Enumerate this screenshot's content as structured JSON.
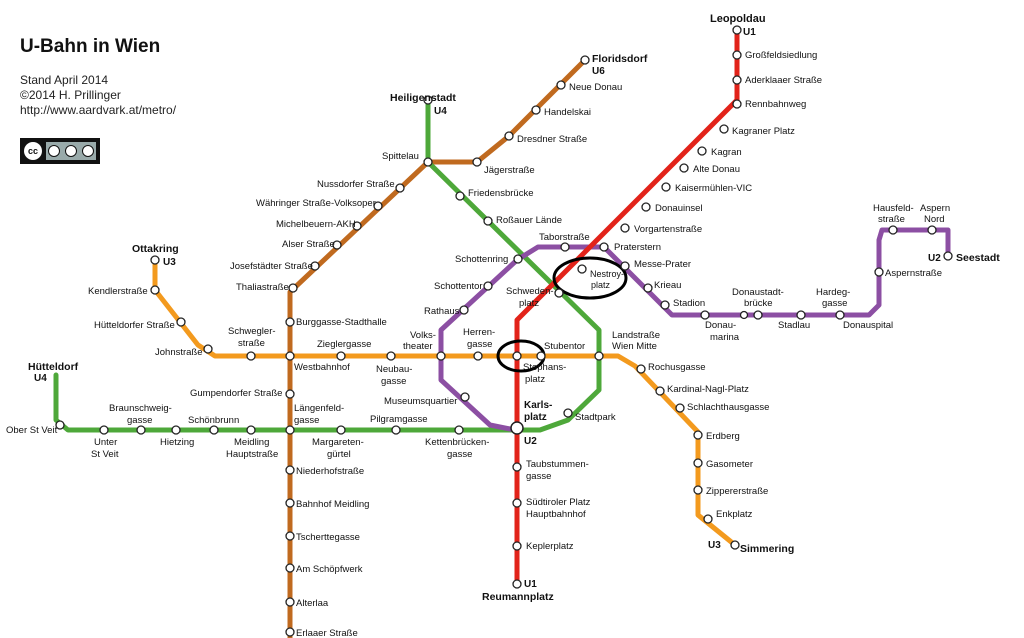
{
  "header": {
    "title": "U-Bahn in Wien",
    "lines": [
      "Stand April 2014",
      "©2014 H. Prillinger",
      "http://www.aardvark.at/metro/"
    ],
    "license_badge": "cc-by-nc-nd-icon",
    "license_texts": [
      "BY",
      "NC",
      "ND"
    ]
  },
  "colors": {
    "U1": "#e2231a",
    "U2": "#8c4fa3",
    "U3": "#f39a1e",
    "U4": "#4ea83a",
    "U6": "#c06a1f",
    "highlight_circle": "#000000"
  },
  "lines": [
    "U1",
    "U2",
    "U3",
    "U4",
    "U6"
  ],
  "terminals": [
    {
      "name": "Leopoldau",
      "line": "U1"
    },
    {
      "name": "Reumannplatz",
      "line": "U1"
    },
    {
      "name": "Seestadt",
      "line": "U2"
    },
    {
      "name": "Karlsplatz",
      "line": "U2"
    },
    {
      "name": "Ottakring",
      "line": "U3"
    },
    {
      "name": "Simmering",
      "line": "U3"
    },
    {
      "name": "Heiligenstadt",
      "line": "U4"
    },
    {
      "name": "Hütteldorf",
      "line": "U4"
    },
    {
      "name": "Floridsdorf",
      "line": "U6"
    }
  ],
  "stations": [
    "Großfeldsiedlung",
    "Aderklaaer Straße",
    "Rennbahnweg",
    "Kagraner Platz",
    "Kagran",
    "Alte Donau",
    "Kaisermühlen-VIC",
    "Donauinsel",
    "Vorgartenstraße",
    "Praterstern",
    "Nestroyplatz",
    "Schwedenplatz",
    "Stephansplatz",
    "Karlsplatz",
    "Taubstummengasse",
    "Südtiroler Platz Hauptbahnhof",
    "Keplerplatz",
    "Aspern Nord",
    "Hausfeldstraße",
    "Aspernstraße",
    "Donauspital",
    "Hardeggasse",
    "Stadlau",
    "Donaustadtbrücke",
    "Donaumarina",
    "Stadion",
    "Krieau",
    "Messe-Prater",
    "Taborstraße",
    "Schottenring",
    "Schottentor",
    "Rathaus",
    "Volkstheater",
    "Museumsquartier",
    "Kendlerstraße",
    "Hütteldorfer Straße",
    "Johnstraße",
    "Schweglerstraße",
    "Westbahnhof",
    "Zieglergasse",
    "Neubaugasse",
    "Herrengasse",
    "Stubentor",
    "Landstraße Wien Mitte",
    "Rochusgasse",
    "Kardinal-Nagl-Platz",
    "Schlachthausgasse",
    "Erdberg",
    "Gasometer",
    "Zippererstraße",
    "Enkplatz",
    "Ober St Veit",
    "Unter St Veit",
    "Braunschweiggasse",
    "Hietzing",
    "Schönbrunn",
    "Meidling Hauptstraße",
    "Längenfeldgasse",
    "Margaretengürtel",
    "Pilgramgasse",
    "Kettenbrückengasse",
    "Stadtpark",
    "Friedensbrücke",
    "Roßauer Lände",
    "Spittelau",
    "Neue Donau",
    "Handelskai",
    "Dresdner Straße",
    "Jägerstraße",
    "Nussdorfer Straße",
    "Währinger Straße-Volksoper",
    "Michelbeuern-AKH",
    "Alser Straße",
    "Josefstädter Straße",
    "Thaliastraße",
    "Burggasse-Stadthalle",
    "Gumpendorfer Straße",
    "Niederhofstraße",
    "Bahnhof Meidling",
    "Tscherttegasse",
    "Am Schöpfwerk",
    "Alterlaa",
    "Erlaaer Straße"
  ],
  "labels": {
    "leopoldau": "Leopoldau",
    "u1_top": "U1",
    "grossfeld": "Großfeldsiedlung",
    "aderklaaer": "Aderklaaer Straße",
    "rennbahnweg": "Rennbahnweg",
    "kagraner": "Kagraner Platz",
    "kagran": "Kagran",
    "altedonau": "Alte Donau",
    "kaisermuehlen": "Kaisermühlen-VIC",
    "donauinsel": "Donauinsel",
    "vorgarten": "Vorgartenstraße",
    "praterstern": "Praterstern",
    "nestroy1": "Nestroy-",
    "nestroy2": "platz",
    "schweden1": "Schweden-",
    "schweden2": "platz",
    "stephans1": "Stephans-",
    "stephans2": "platz",
    "karls1": "Karls-",
    "karls2": "platz",
    "taubstummen1": "Taubstummen-",
    "taubstummen2": "gasse",
    "suedtiroler1": "Südtiroler Platz",
    "suedtiroler2": "Hauptbahnhof",
    "kepler": "Keplerplatz",
    "u1_bottom": "U1",
    "reumann": "Reumannplatz",
    "u2_right": "U2",
    "seestadt": "Seestadt",
    "hausfeld1": "Hausfeld-",
    "hausfeld2": "straße",
    "aspernnord1": "Aspern",
    "aspernnord2": "Nord",
    "aspernstr": "Aspernstraße",
    "donauspital": "Donauspital",
    "hardeg1": "Hardeg-",
    "hardeg2": "gasse",
    "stadlau": "Stadlau",
    "dsbruecke1": "Donaustadt-",
    "dsbruecke2": "brücke",
    "donaumarina1": "Donau-",
    "donaumarina2": "marina",
    "stadion": "Stadion",
    "krieau": "Krieau",
    "messe": "Messe-Prater",
    "tabor": "Taborstraße",
    "schottenring": "Schottenring",
    "schottentor": "Schottentor",
    "rathaus": "Rathaus",
    "volks1": "Volks-",
    "volks2": "theater",
    "museumsq": "Museumsquartier",
    "u2_karls": "U2",
    "ottakring": "Ottakring",
    "u3_top": "U3",
    "kendler": "Kendlerstraße",
    "huetteldorferstr": "Hütteldorfer Straße",
    "johnstr": "Johnstraße",
    "schwegler1": "Schwegler-",
    "schwegler2": "straße",
    "westbahnhof": "Westbahnhof",
    "zieglergasse": "Zieglergasse",
    "neubau1": "Neubau-",
    "neubau2": "gasse",
    "herren1": "Herren-",
    "herren2": "gasse",
    "stubentor": "Stubentor",
    "landstr1": "Landstraße",
    "landstr2": "Wien Mitte",
    "rochus": "Rochusgasse",
    "kardinal": "Kardinal-Nagl-Platz",
    "schlachthaus": "Schlachthausgasse",
    "erdberg": "Erdberg",
    "gasometer": "Gasometer",
    "zipperer": "Zippererstraße",
    "enkplatz": "Enkplatz",
    "u3_bottom": "U3",
    "simmering": "Simmering",
    "heiligenstadt": "Heiligenstadt",
    "u4_top": "U4",
    "huetteldorf": "Hütteldorf",
    "u4_left": "U4",
    "oberstveit": "Ober St Veit",
    "unterstveit1": "Unter",
    "unterstveit2": "St Veit",
    "braunschweig1": "Braunschweig-",
    "braunschweig2": "gasse",
    "hietzing": "Hietzing",
    "schoenbrunn": "Schönbrunn",
    "meidling1": "Meidling",
    "meidling2": "Hauptstraße",
    "laengenfeld1": "Längenfeld-",
    "laengenfeld2": "gasse",
    "margareten1": "Margareten-",
    "margareten2": "gürtel",
    "pilgram": "Pilgramgasse",
    "kettenbruecken1": "Kettenbrücken-",
    "kettenbruecken2": "gasse",
    "stadtpark": "Stadtpark",
    "friedens": "Friedensbrücke",
    "rossauer": "Roßauer Lände",
    "spittelau": "Spittelau",
    "floridsdorf": "Floridsdorf",
    "u6_top": "U6",
    "neuedonau": "Neue Donau",
    "handelskai": "Handelskai",
    "dresdner": "Dresdner Straße",
    "jaeger": "Jägerstraße",
    "nussdorfer": "Nussdorfer Straße",
    "waehringer": "Währinger Straße-Volksoper",
    "michelbeuern": "Michelbeuern-AKH",
    "alser": "Alser Straße",
    "josefstaedter": "Josefstädter Straße",
    "thalia": "Thaliastraße",
    "burggasse": "Burggasse-Stadthalle",
    "gumpendorfer": "Gumpendorfer Straße",
    "niederhof": "Niederhofstraße",
    "meidlingbf": "Bahnhof Meidling",
    "tschertte": "Tscherttegasse",
    "schoepfwerk": "Am Schöpfwerk",
    "alterlaa": "Alterlaa",
    "erlaaer": "Erlaaer Straße"
  }
}
